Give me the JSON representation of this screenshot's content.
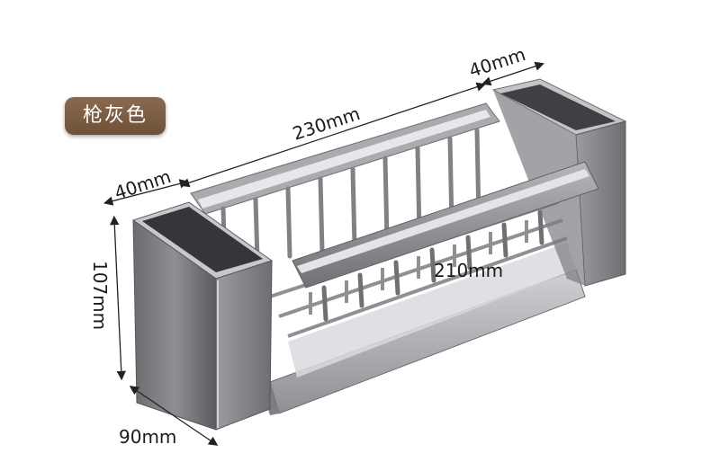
{
  "badge": {
    "label": "枪灰色"
  },
  "dimensions": {
    "top_length": "230mm",
    "cup_right_width": "40mm",
    "cup_left_width": "40mm",
    "height": "107mm",
    "depth": "90mm",
    "inner_length": "210mm"
  },
  "colors": {
    "badge": "#7a5c43",
    "metal_dark": "#5e6064",
    "metal_mid": "#8a8c90",
    "metal_light": "#c9cbce"
  }
}
